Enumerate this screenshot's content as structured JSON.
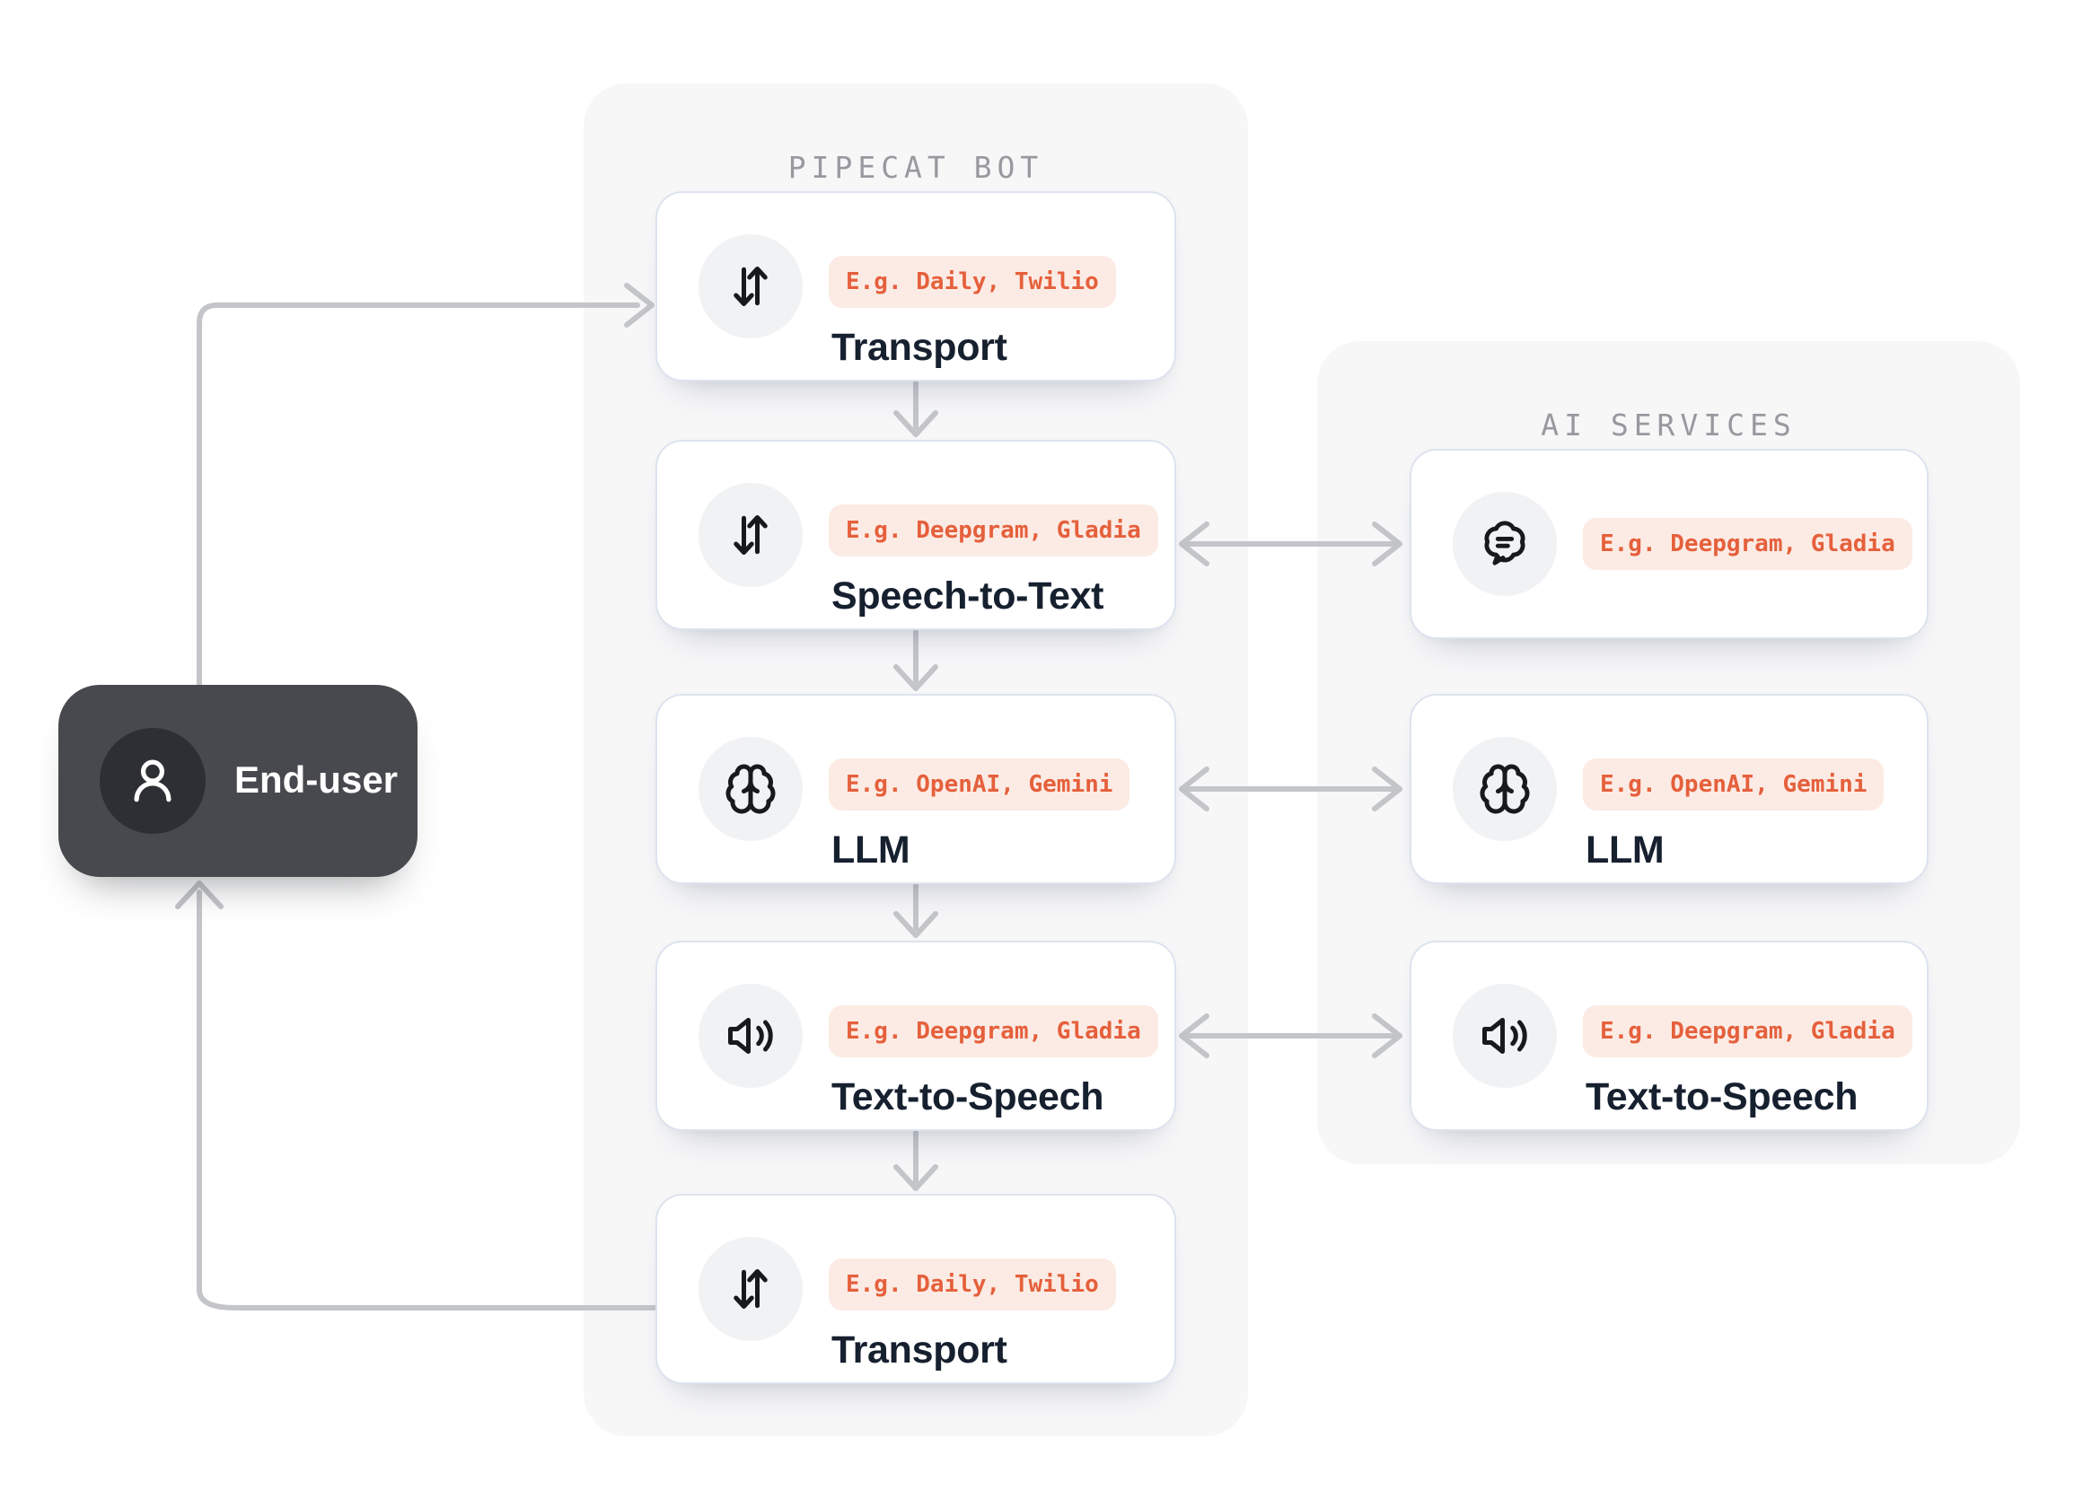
{
  "diagram": {
    "end_user": {
      "label": "End-user",
      "icon": "user-icon"
    },
    "panels": {
      "pipecat": {
        "title": "PIPECAT BOT"
      },
      "ai_services": {
        "title": "AI SERVICES"
      }
    },
    "pipeline": [
      {
        "icon": "arrow-up-down-icon",
        "badge": "E.g. Daily, Twilio",
        "title": "Transport"
      },
      {
        "icon": "arrow-up-down-icon",
        "badge": "E.g. Deepgram, Gladia",
        "title": "Speech-to-Text"
      },
      {
        "icon": "brain-icon",
        "badge": "E.g. OpenAI, Gemini",
        "title": "LLM"
      },
      {
        "icon": "speaker-icon",
        "badge": "E.g. Deepgram, Gladia",
        "title": "Text-to-Speech"
      },
      {
        "icon": "arrow-up-down-icon",
        "badge": "E.g. Daily, Twilio",
        "title": "Transport"
      }
    ],
    "services": [
      {
        "icon": "chat-bubble-icon",
        "badge": "E.g. Deepgram, Gladia"
      },
      {
        "icon": "brain-icon",
        "badge": "E.g. OpenAI, Gemini",
        "title": "LLM"
      },
      {
        "icon": "speaker-icon",
        "badge": "E.g. Deepgram, Gladia",
        "title": "Text-to-Speech"
      }
    ],
    "colors": {
      "accent": "#e5603c",
      "badge_bg": "#fcebe4",
      "connector": "#c3c5c9",
      "panel_bg": "#f7f7f8",
      "card_border": "#dde3ee",
      "end_user_bg": "#47494e",
      "end_user_circle": "#2d2f34",
      "card_title": "#16202f",
      "panel_title": "#97999e"
    }
  }
}
